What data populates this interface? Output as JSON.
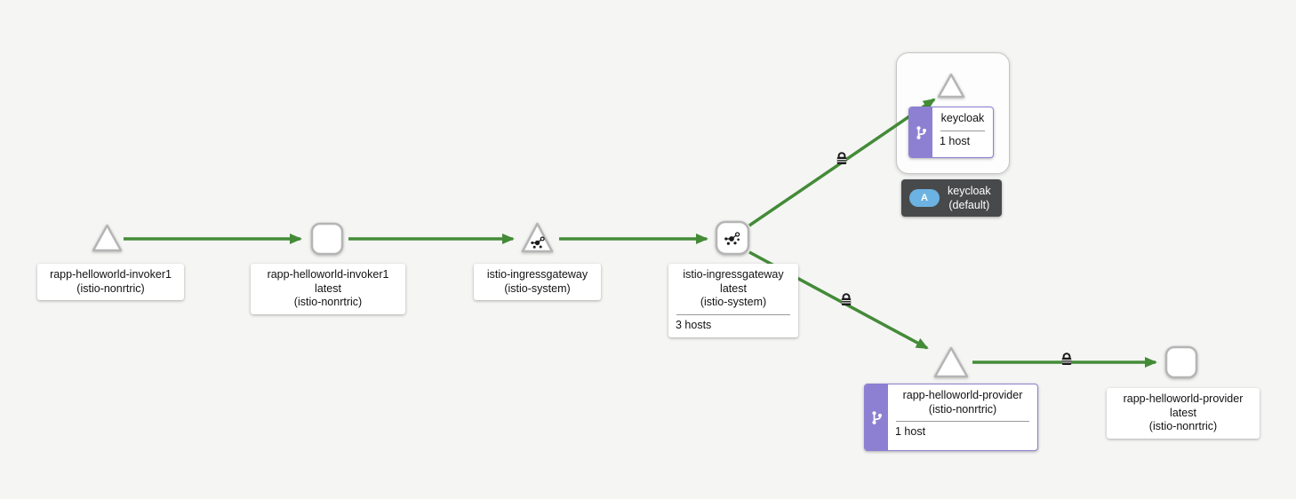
{
  "graph": {
    "background_color": "#f5f5f4",
    "edge_color": "#448b38",
    "node_border_color": "#b5b5b5",
    "virtual_service_color": "#8d80d3",
    "app_badge_color": "#6cb2e2",
    "appbox_label_bg": "#47494b"
  },
  "icons": {
    "gateway": "mesh-hub-icon",
    "virtual_service": "code-branch-icon",
    "mtls": "lock-icon"
  },
  "nodes": {
    "invoker1_service": {
      "shape": "triangle",
      "lines": [
        "rapp-helloworld-invoker1",
        "(istio-nonrtric)"
      ]
    },
    "invoker1_workload": {
      "shape": "square",
      "lines": [
        "rapp-helloworld-invoker1",
        "latest",
        "(istio-nonrtric)"
      ]
    },
    "ingress_service": {
      "shape": "triangle",
      "badge": "gateway",
      "lines": [
        "istio-ingressgateway",
        "(istio-system)"
      ]
    },
    "ingress_workload": {
      "shape": "square",
      "badge": "gateway",
      "lines": [
        "istio-ingressgateway",
        "latest",
        "(istio-system)"
      ],
      "hosts": "3 hosts"
    },
    "keycloak_service": {
      "shape": "triangle",
      "badge": "virtual-service",
      "name": "keycloak",
      "hosts": "1 host"
    },
    "keycloak_appbox": {
      "badge_letter": "A",
      "lines": [
        "keycloak",
        "(default)"
      ]
    },
    "provider_service": {
      "shape": "triangle",
      "badge": "virtual-service",
      "lines": [
        "rapp-helloworld-provider",
        "(istio-nonrtric)"
      ],
      "hosts": "1 host"
    },
    "provider_workload": {
      "shape": "square",
      "lines": [
        "rapp-helloworld-provider",
        "latest",
        "(istio-nonrtric)"
      ]
    }
  },
  "edges": [
    {
      "from": "invoker1_service",
      "to": "invoker1_workload",
      "status": "healthy",
      "mtls": false
    },
    {
      "from": "invoker1_workload",
      "to": "ingress_service",
      "status": "healthy",
      "mtls": false
    },
    {
      "from": "ingress_service",
      "to": "ingress_workload",
      "status": "healthy",
      "mtls": false
    },
    {
      "from": "ingress_workload",
      "to": "keycloak_service",
      "status": "healthy",
      "mtls": true
    },
    {
      "from": "ingress_workload",
      "to": "provider_service",
      "status": "healthy",
      "mtls": true
    },
    {
      "from": "provider_service",
      "to": "provider_workload",
      "status": "healthy",
      "mtls": true
    }
  ]
}
